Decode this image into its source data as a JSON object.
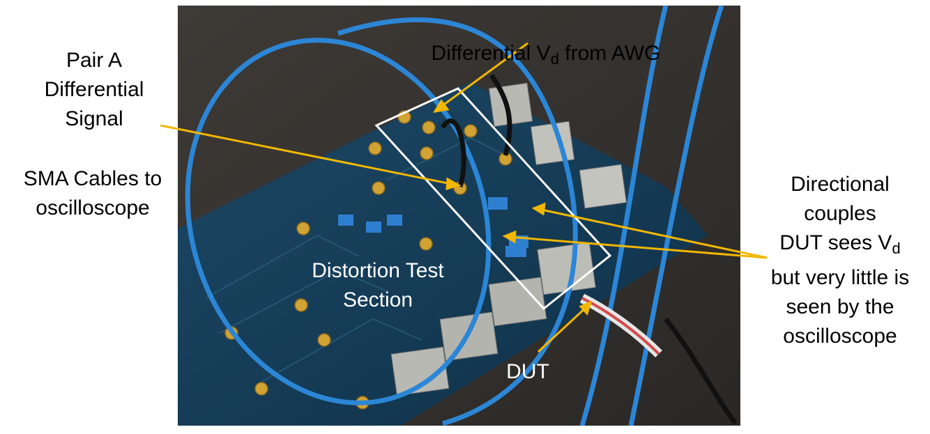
{
  "labels": {
    "pair_a": "Pair A\nDifferential\nSignal",
    "sma_cables": "SMA Cables to\noscilloscope",
    "vd_prefix": "Differential V",
    "vd_sub": "d",
    "vd_suffix": " from AWG",
    "directional_line1": "Directional\ncouples\nDUT sees V",
    "directional_sub": "d",
    "directional_line2": "but very little is\nseen by the\noscilloscope",
    "distortion": "Distortion Test\nSection",
    "dut": "DUT"
  },
  "colors": {
    "arrow": "#f2b700",
    "highlight_box": "#ffffff",
    "board": "#123a55",
    "cable": "#1f77c9"
  }
}
